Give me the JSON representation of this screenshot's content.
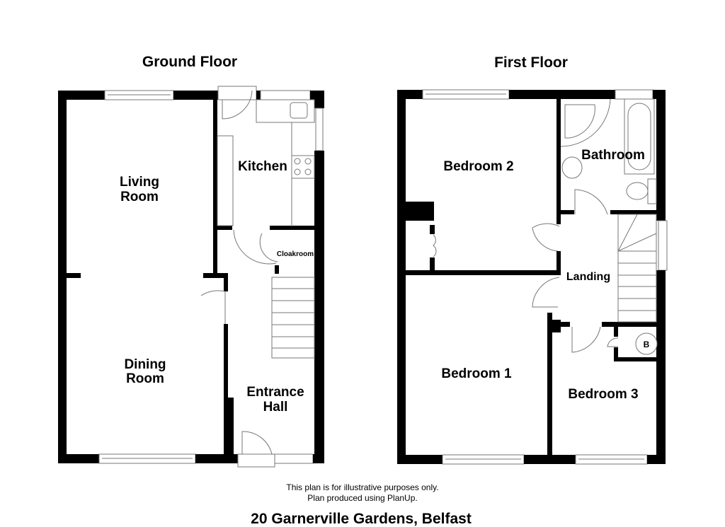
{
  "floors": {
    "ground": {
      "title": "Ground Floor",
      "rooms": {
        "living": [
          "Living",
          "Room"
        ],
        "kitchen": "Kitchen",
        "cloakroom": "Cloakroom",
        "dining": [
          "Dining",
          "Room"
        ],
        "hall": [
          "Entrance",
          "Hall"
        ]
      }
    },
    "first": {
      "title": "First Floor",
      "rooms": {
        "bedroom2": "Bedroom 2",
        "bathroom": "Bathroom",
        "landing": "Landing",
        "bedroom1": "Bedroom 1",
        "bedroom3": "Bedroom 3",
        "boiler": "B"
      }
    }
  },
  "footer": {
    "disclaimer_1": "This plan is for illustrative purposes only.",
    "disclaimer_2": "Plan produced using PlanUp.",
    "address": "20 Garnerville Gardens, Belfast"
  }
}
